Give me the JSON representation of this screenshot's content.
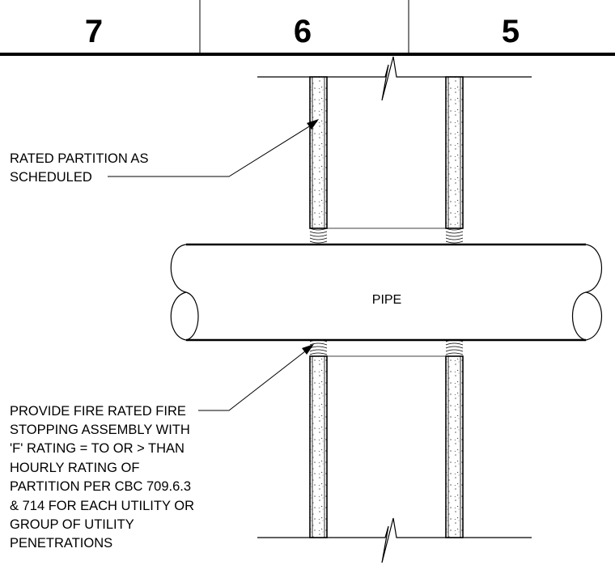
{
  "grid": {
    "columns": [
      "7",
      "6",
      "5"
    ]
  },
  "notes": {
    "partition": [
      "RATED PARTITION AS",
      "SCHEDULED"
    ],
    "firestop": [
      "PROVIDE FIRE RATED FIRE",
      "STOPPING ASSEMBLY WITH",
      "'F' RATING  = TO OR > THAN",
      "HOURLY RATING OF",
      "PARTITION PER CBC 709.6.3",
      "& 714 FOR EACH UTILITY OR",
      "GROUP OF UTILITY",
      "PENETRATIONS"
    ]
  },
  "pipe": {
    "label": "PIPE"
  }
}
